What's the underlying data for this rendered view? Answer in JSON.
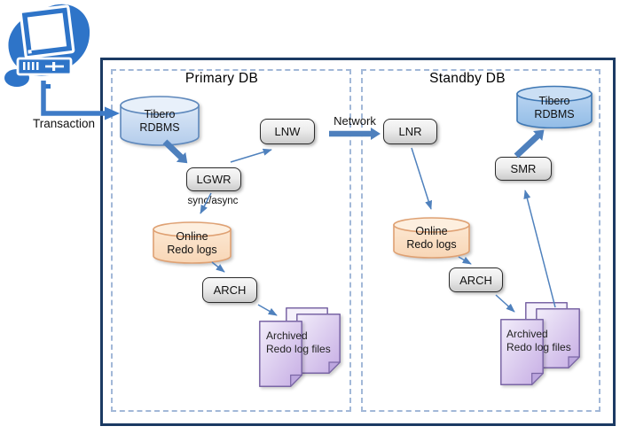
{
  "labels": {
    "transaction": "Transaction",
    "network": "Network"
  },
  "primary": {
    "title": "Primary DB",
    "tibero_line1": "Tibero",
    "tibero_line2": "RDBMS",
    "lgwr": "LGWR",
    "lnw": "LNW",
    "sync_async": "sync/async",
    "online_line1": "Online",
    "online_line2": "Redo logs",
    "arch": "ARCH",
    "archived_line1": "Archived",
    "archived_line2": "Redo log files"
  },
  "standby": {
    "title": "Standby DB",
    "lnr": "LNR",
    "smr": "SMR",
    "tibero_line1": "Tibero",
    "tibero_line2": "RDBMS",
    "online_line1": "Online",
    "online_line2": "Redo logs",
    "arch": "ARCH",
    "archived_line1": "Archived",
    "archived_line2": "Redo log files"
  },
  "colors": {
    "outer_border": "#1B3A63",
    "dashed_border": "#A2B8D8",
    "arrow_blue": "#4F81BD",
    "elbow_arrow_blue": "#3E7BC7",
    "clipart_blue": "#2E74C8",
    "primary_cylinder_fill": "#C9DCF2",
    "primary_cylinder_border": "#5E88BC",
    "standby_cylinder_fill": "#A6C9EC",
    "standby_cylinder_border": "#3F78B4",
    "redo_cylinder_fill": "#FBE2C9",
    "redo_cylinder_border": "#DFA173",
    "doc_fill": "#D3C1EA",
    "doc_border": "#7A66A5",
    "process_box_border": "#2B2B2B"
  },
  "flows": [
    {
      "from": "client",
      "to": "tibero-rdbms-primary",
      "label": "Transaction"
    },
    {
      "from": "tibero-rdbms-primary",
      "to": "lgwr",
      "label": ""
    },
    {
      "from": "lgwr",
      "to": "lnw",
      "label": ""
    },
    {
      "from": "lgwr",
      "to": "online-redo-logs-primary",
      "label": "sync/async"
    },
    {
      "from": "online-redo-logs-primary",
      "to": "arch-primary",
      "label": ""
    },
    {
      "from": "arch-primary",
      "to": "archived-redo-log-files-primary",
      "label": ""
    },
    {
      "from": "lnw",
      "to": "lnr",
      "label": "Network"
    },
    {
      "from": "lnr",
      "to": "online-redo-logs-standby",
      "label": ""
    },
    {
      "from": "online-redo-logs-standby",
      "to": "arch-standby",
      "label": ""
    },
    {
      "from": "arch-standby",
      "to": "archived-redo-log-files-standby",
      "label": ""
    },
    {
      "from": "archived-redo-log-files-standby",
      "to": "smr",
      "label": ""
    },
    {
      "from": "smr",
      "to": "tibero-rdbms-standby",
      "label": ""
    }
  ]
}
